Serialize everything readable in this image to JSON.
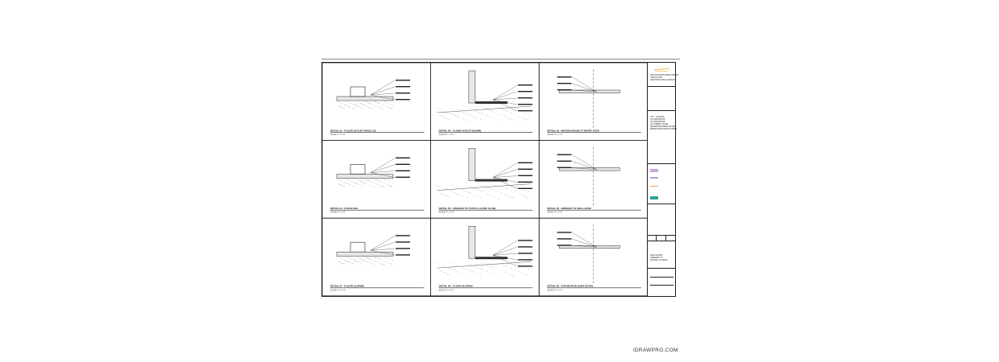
{
  "watermark": "iDRAWPRO.COM",
  "details": [
    {
      "title": "DETAIL 01 - FLOOR OUTLET (PAN) LOG",
      "scale": "SCALE: 3\" = 1'-0\""
    },
    {
      "title": "DETAIL 02 - FLOOR OUTLET (DOOR)",
      "scale": "SCALE: 3\" = 1'-0\""
    },
    {
      "title": "DETAIL 03 - MOTION SENSE AT ENTRY GATE",
      "scale": "SCALE: 3\" = 1'-0\""
    },
    {
      "title": "DETAIL 04 - FLOOR SILL",
      "scale": "SCALE: 3\" = 1'-0\""
    },
    {
      "title": "DETAIL 05 - FINISHES TO TYPICAL (CONC SLAB)",
      "scale": "SCALE: 3\" = 1'-0\""
    },
    {
      "title": "DETAIL 06 - FINISHES TO WALL BASE",
      "scale": "SCALE: 3\" = 1'-0\""
    },
    {
      "title": "DETAIL 07 - FLOOR SLOPING",
      "scale": "SCALE: 3\" = 1'-0\""
    },
    {
      "title": "DETAIL 08 - FLOOR SLOPING",
      "scale": "SCALE: 3\" = 1'-0\""
    },
    {
      "title": "DETAIL 09 - FOR MOTION JOINT DETAIL",
      "scale": "SCALE: 3\" = 1'-0\""
    }
  ],
  "titleblock": {
    "firm": "THE STEWART DEVELOPMENT\nSAND SLATE\nARCHITECTURE & DESIGN",
    "notes": "LOT - 1/12/2016\nLOT REVISIONS\nLOT REVISIONS\nLOT PERMIT ISSUE\nPERMIT REVISIONS DATED\nPERMIT REVISIONS DATED 2",
    "project": "ADA FLOORS\nSTEWART ST\nOKLAND, FLORIDA",
    "colors": {
      "swatch1": "#c9a7e0",
      "swatch2": "#b0a6d6",
      "swatch3": "#e0a060",
      "swatch4": "#2aa59b",
      "accent": "#e8a020"
    }
  }
}
